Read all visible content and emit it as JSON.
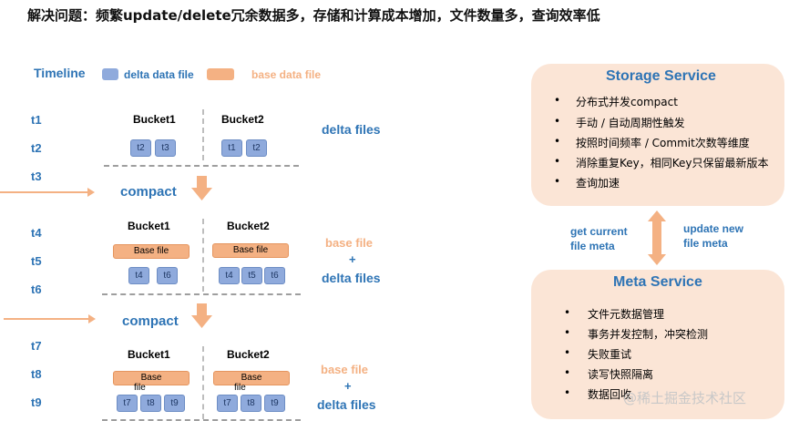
{
  "title": "解决问题：频繁update/delete冗余数据多，存储和计算成本增加，文件数量多，查询效率低",
  "legend": {
    "timeline": "Timeline",
    "delta_label": "delta data file",
    "base_label": "base data file"
  },
  "times": [
    "t1",
    "t2",
    "t3",
    "t4",
    "t5",
    "t6",
    "t7",
    "t8",
    "t9"
  ],
  "stage1": {
    "bucket1": "Bucket1",
    "bucket2": "Bucket2",
    "b1_files": [
      "t2",
      "t3"
    ],
    "b2_files": [
      "t1",
      "t2"
    ],
    "right_label": "delta files"
  },
  "compact1": "compact",
  "stage2": {
    "bucket1": "Bucket1",
    "bucket2": "Bucket2",
    "base1": "Base file",
    "base2": "Base file",
    "b1_files": [
      "t4",
      "t6"
    ],
    "b2_files": [
      "t4",
      "t5",
      "t6"
    ],
    "right_base": "base file",
    "plus": "+",
    "right_delta": "delta files"
  },
  "compact2": "compact",
  "stage3": {
    "bucket1": "Bucket1",
    "bucket2": "Bucket2",
    "base1_a": "Base",
    "base1_b": "file",
    "base2_a": "Base",
    "base2_b": "file",
    "b1_files": [
      "t7",
      "t8",
      "t9"
    ],
    "b2_files": [
      "t7",
      "t8",
      "t9"
    ],
    "right_base": "base file",
    "plus": "+",
    "right_delta": "delta files"
  },
  "storage": {
    "title": "Storage Service",
    "bullet": "•",
    "items": [
      "分布式并发compact",
      "手动 / 自动周期性触发",
      "按照时间频率 / Commit次数等维度",
      "消除重复Key，相同Key只保留最新版本",
      "查询加速"
    ]
  },
  "arrows": {
    "left": "get current\nfile meta",
    "left_1": "get current",
    "left_2": "file meta",
    "right_1": "update new",
    "right_2": "file meta"
  },
  "meta": {
    "title": "Meta Service",
    "bullet": "•",
    "items": [
      "文件元数据管理",
      "事务并发控制，冲突检测",
      "失败重试",
      "读写快照隔离",
      "数据回收"
    ]
  },
  "watermark": "@稀土掘金技术社区",
  "colors": {
    "delta": "#8faadc",
    "base": "#f4b183",
    "accent": "#2e74b5",
    "panel": "#fbe5d6"
  }
}
